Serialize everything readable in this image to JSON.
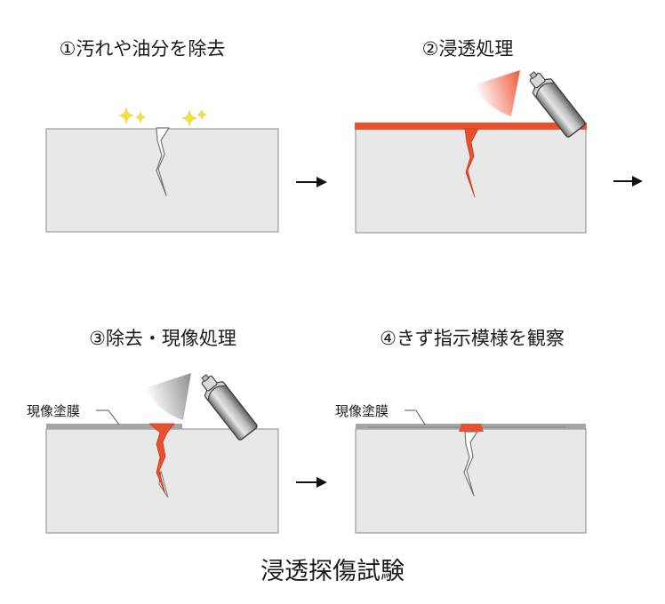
{
  "title": "浸透探傷試験",
  "steps": [
    {
      "label": "①汚れや油分を除去"
    },
    {
      "label": "②浸透処理"
    },
    {
      "label": "③除去・現像処理",
      "callout": "現像塗膜"
    },
    {
      "label": "④きず指示模様を観察",
      "callout": "現像塗膜"
    }
  ],
  "colors": {
    "panel": "#e8e8e8",
    "panel_border": "#8a8a8a",
    "penetrant": "#e8502e",
    "developer": "#a5a5a5",
    "sparkle": "#f5e13a",
    "spray_red": "#f0593d",
    "spray_gray": "#8e8e8e",
    "arrow": "#111111"
  },
  "icons": [
    "sparkle-icon",
    "spray-can-icon",
    "right-arrow-icon",
    "crack-icon"
  ]
}
